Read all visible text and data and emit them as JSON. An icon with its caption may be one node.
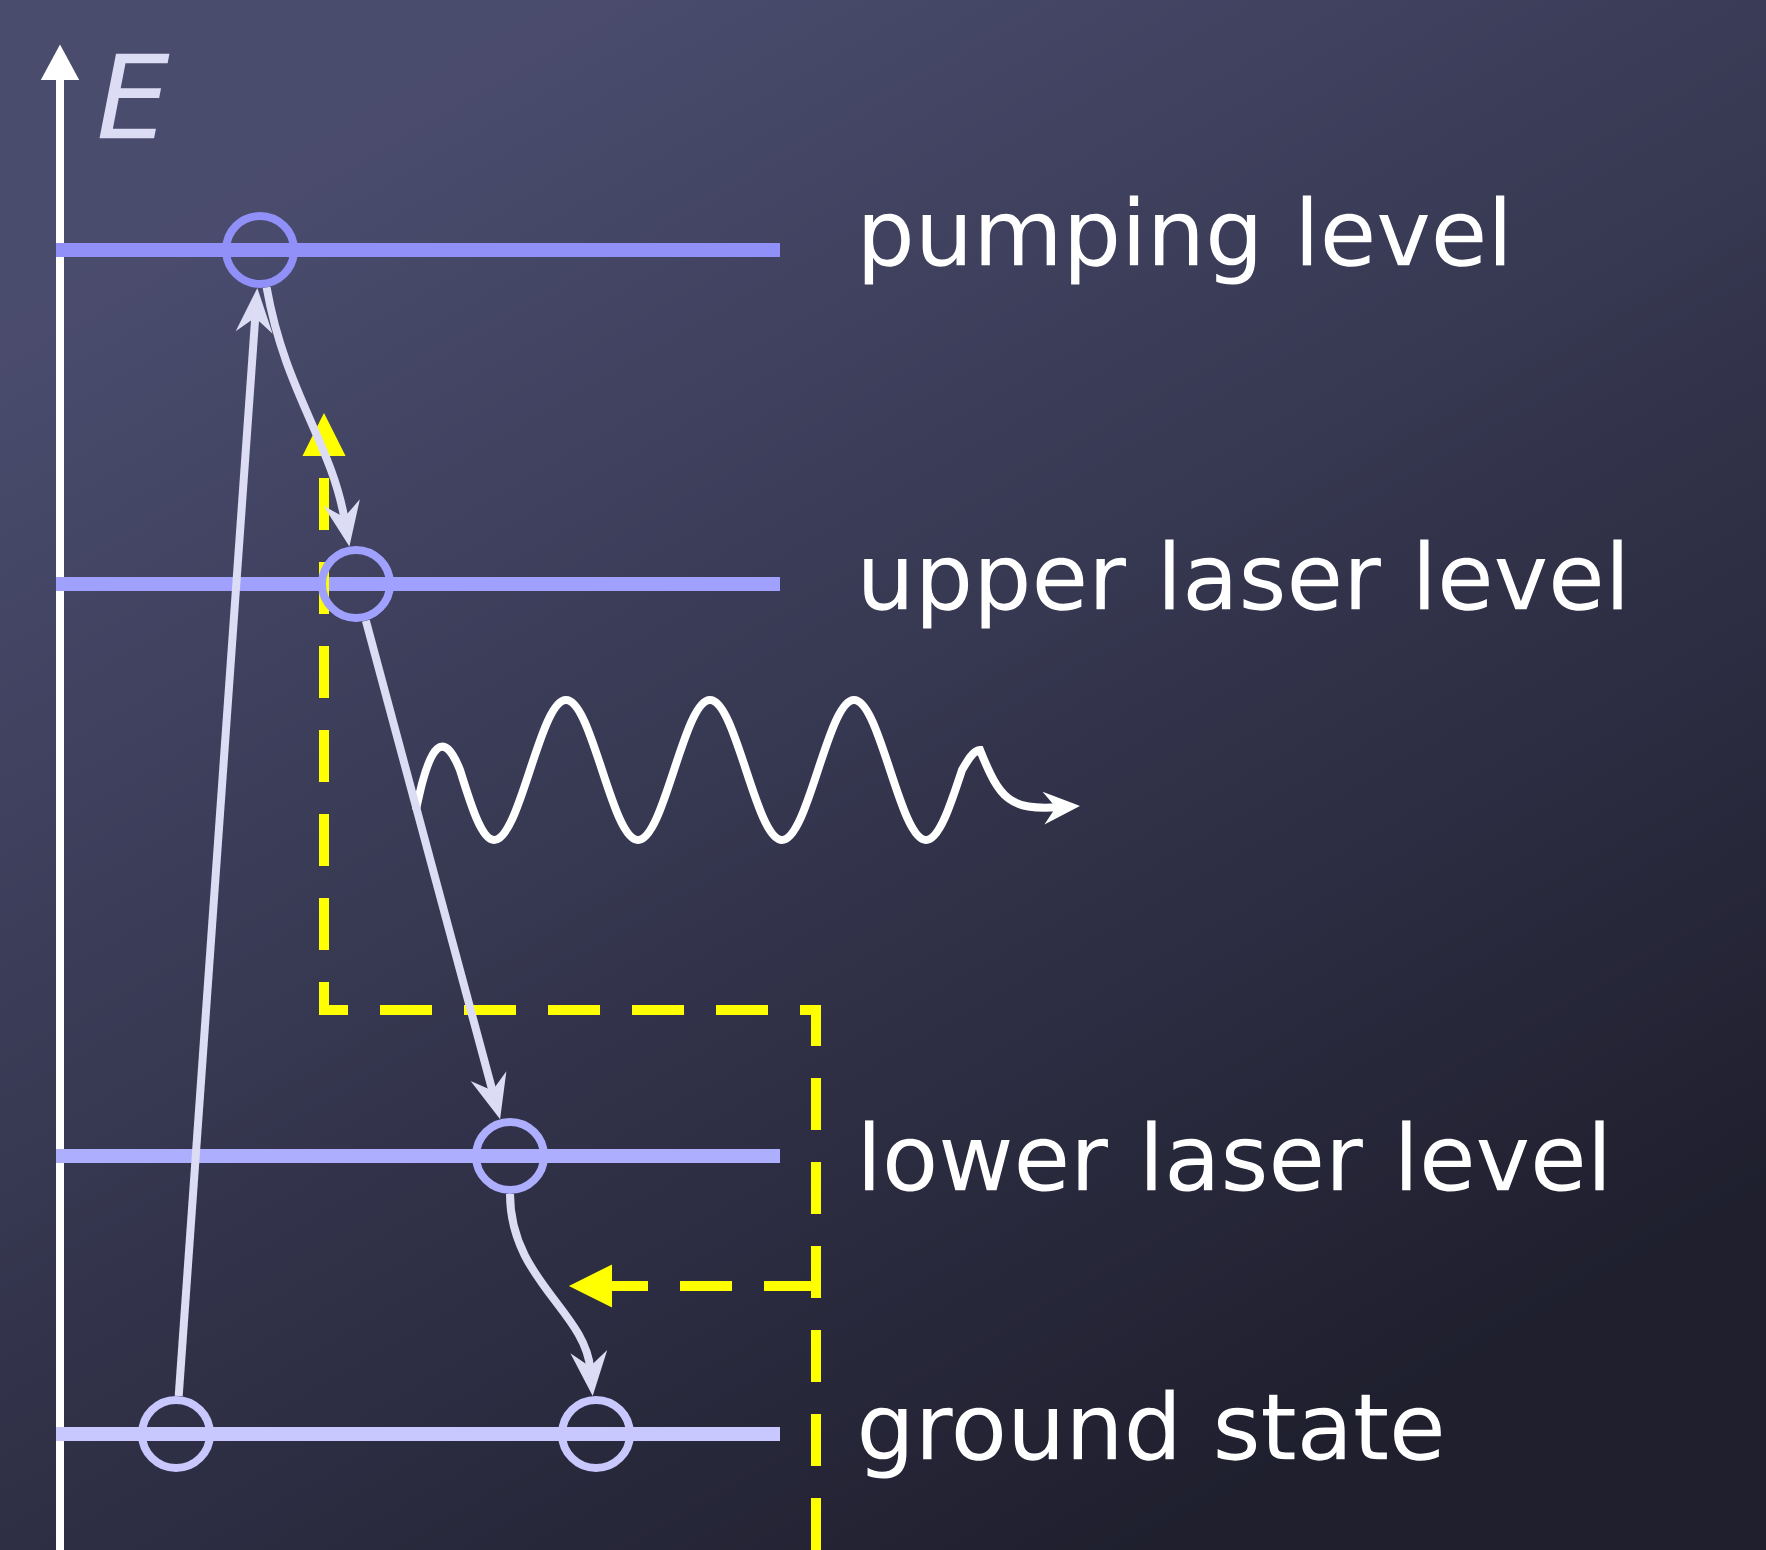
{
  "diagram": {
    "nodes": [
      {
        "text": [],
        "shape": "circle"
      },
      {
        "text": [],
        "shape": "circle"
      },
      {
        "text": [],
        "shape": "circle"
      },
      {
        "text": [],
        "shape": "circle"
      },
      {
        "text": [],
        "shape": "circle"
      }
    ],
    "edges": [
      {
        "from": 3,
        "to": 0,
        "arrow": "to"
      },
      {
        "from": 0,
        "to": 1,
        "arrow": "to"
      },
      {
        "from": 1,
        "to": 2,
        "arrow": "to"
      },
      {
        "from": 2,
        "to": 4,
        "arrow": "to"
      }
    ],
    "labels": [
      "*E*",
      "pumping level",
      "upper laser level",
      "lower laser level",
      "ground state"
    ]
  }
}
